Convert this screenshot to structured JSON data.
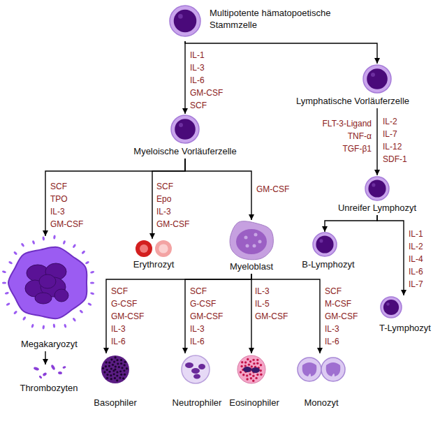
{
  "diagram": {
    "nodes": [
      {
        "text": [
          "Multipotente hämatopoetische Stammzelle"
        ]
      },
      {
        "text": [
          "Lymphatische Vorläuferzelle"
        ]
      },
      {
        "text": [
          "Myeloische Vorläuferzelle"
        ]
      },
      {
        "text": [
          "Unreifer Lymphozyt"
        ]
      },
      {
        "text": [
          "Megakaryozyt"
        ]
      },
      {
        "text": [
          "Thrombozyten"
        ]
      },
      {
        "text": [
          "Erythrozyt"
        ]
      },
      {
        "text": [
          "Myeloblast"
        ]
      },
      {
        "text": [
          "B-Lymphozyt"
        ]
      },
      {
        "text": [
          "T-Lymphozyt"
        ]
      },
      {
        "text": [
          "Basophiler"
        ]
      },
      {
        "text": [
          "Neutrophiler"
        ]
      },
      {
        "text": [
          "Eosinophiler"
        ]
      },
      {
        "text": [
          "Monozyt"
        ]
      }
    ],
    "edges": [
      {
        "from": 0,
        "to": 1,
        "arrow": "to"
      },
      {
        "from": 0,
        "to": 2,
        "arrow": "to",
        "label": "IL-1 IL-3 IL-6 GM-CSF SCF"
      },
      {
        "from": 1,
        "to": 3,
        "arrow": "to",
        "label": "FLT-3-Ligand TNF-α TGF-β1"
      },
      {
        "from": 2,
        "to": 4,
        "arrow": "to",
        "label": "SCF TPO IL-3 GM-CSF"
      },
      {
        "from": 2,
        "to": 6,
        "arrow": "to",
        "label": "SCF Epo IL-3 GM-CSF"
      },
      {
        "from": 2,
        "to": 7,
        "arrow": "to",
        "label": "GM-CSF"
      },
      {
        "from": 3,
        "to": 8,
        "arrow": "to"
      },
      {
        "from": 3,
        "to": 9,
        "arrow": "to",
        "label": "IL-1 IL-2 IL-4 IL-6 IL-7"
      },
      {
        "from": 4,
        "to": 5,
        "arrow": "to"
      },
      {
        "from": 7,
        "to": 10,
        "arrow": "to",
        "label": "SCF G-CSF GM-CSF IL-3 IL-6"
      },
      {
        "from": 7,
        "to": 11,
        "arrow": "to",
        "label": "SCF G-CSF GM-CSF IL-3 IL-6"
      },
      {
        "from": 7,
        "to": 12,
        "arrow": "to",
        "label": "IL-3 IL-5 GM-CSF"
      },
      {
        "from": 7,
        "to": 13,
        "arrow": "to",
        "label": "SCF M-CSF GM-CSF IL-3 IL-6"
      }
    ],
    "labels": [
      "IL-2 IL-7 IL-12 SDF-1"
    ]
  }
}
